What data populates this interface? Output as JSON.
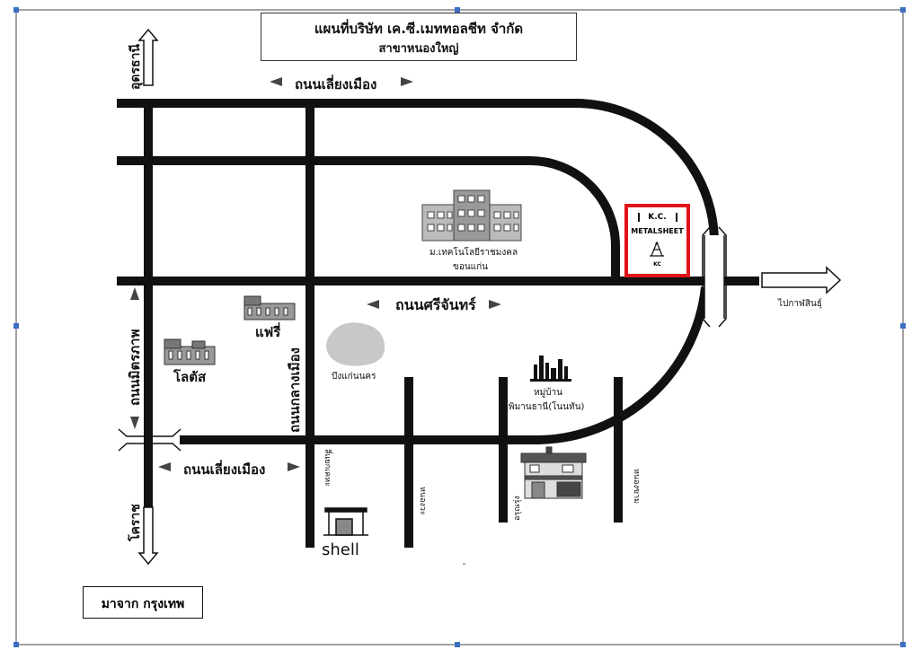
{
  "title": {
    "main": "แผนที่บริษัท เค.ซี.เมททอลชีท จำกัด",
    "sub": "สาขาหนองใหญ่"
  },
  "roads": {
    "top_bypass": "ถนนเลี่ยงเมือง",
    "bottom_bypass": "ถนนเลี่ยงเมือง",
    "sri_chan": "ถนนศรีจันทร์",
    "mittraphap": "ถนนมิตรภาพ",
    "klang_mueang": "ถนนกลางเมือง"
  },
  "directions": {
    "udon": "อุดรธานี",
    "korat": "โคราช",
    "kalasin": "ไปกาฬสินธุ์",
    "from_bangkok": "มาจาก กรุงเทพ"
  },
  "places": {
    "university_line1": "ม.เทคโนโลยีราชมงคล",
    "university_line2": "ขอนแก่น",
    "fairy": "แฟรี่",
    "lotus": "โลตัส",
    "lake": "บึงแก่นนคร",
    "village_line1": "หมู่บ้าน",
    "village_line2": "พิมานธานี(โนนทัน)",
    "shell": "shell",
    "side_road_1": "สี่แยกเคหะ",
    "side_road_2": "หนองวะ",
    "side_road_3": "อรุณรุ่ง",
    "side_road_4": "หนองขาม"
  },
  "marker": {
    "line1": "K.C.",
    "line2": "METALSHEET",
    "line3": "KC",
    "border_color": "#e0131b"
  }
}
